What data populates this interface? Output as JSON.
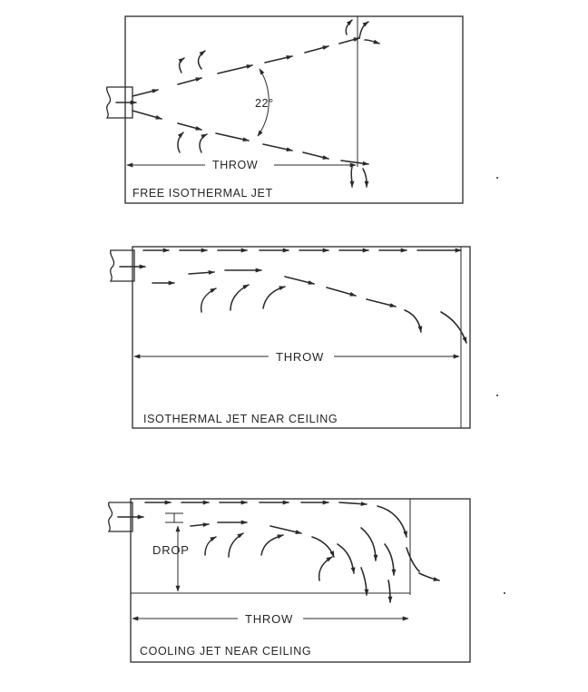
{
  "panels": [
    {
      "caption": "FREE ISOTHERMAL JET",
      "throw_label": "THROW",
      "angle_label": "22°"
    },
    {
      "caption": "ISOTHERMAL JET NEAR CEILING",
      "throw_label": "THROW"
    },
    {
      "caption": "COOLING JET NEAR CEILING",
      "throw_label": "THROW",
      "drop_label": "DROP"
    }
  ],
  "colors": {
    "ink": "#2a2a2a",
    "paper": "#ffffff"
  }
}
